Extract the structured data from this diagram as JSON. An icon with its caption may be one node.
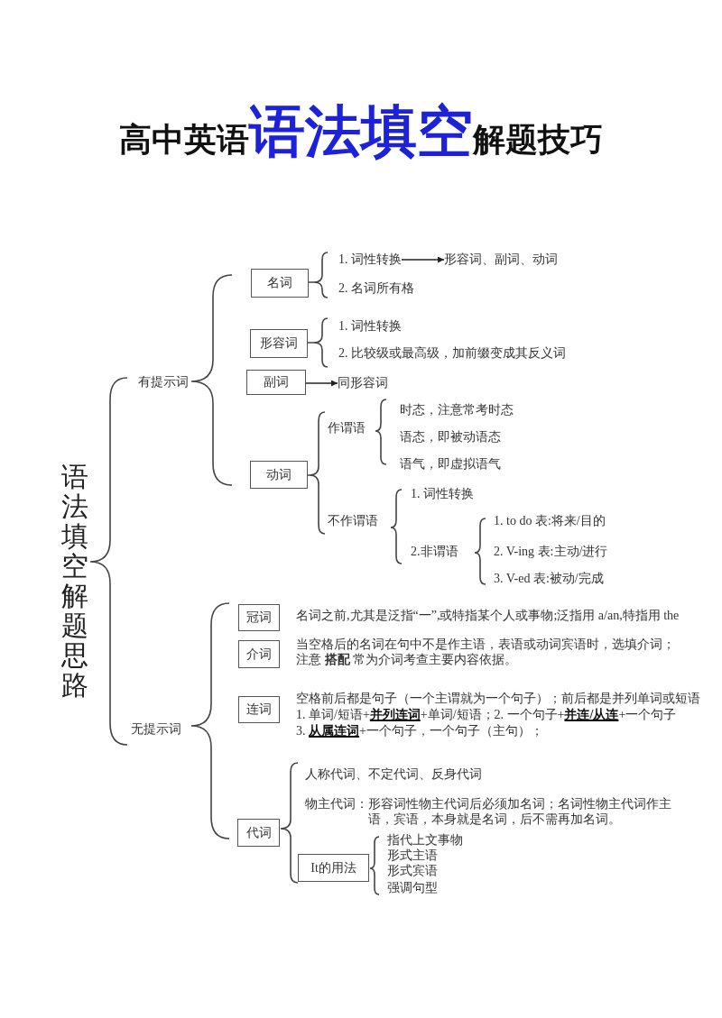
{
  "diagram": {
    "title": "高中英语**语法填空**解题技巧",
    "nodes": [
      {
        "text": [
          "名词"
        ]
      },
      {
        "text": [
          "1. 词性转换"
        ]
      },
      {
        "text": [
          "形容词、副词、动词"
        ]
      },
      {
        "text": [
          "形容词"
        ]
      },
      {
        "text": [
          "副词"
        ]
      },
      {
        "text": [
          "同形容词"
        ]
      },
      {
        "text": [
          "动词"
        ]
      },
      {
        "text": [
          "冠词"
        ]
      },
      {
        "text": [
          "介词"
        ]
      },
      {
        "text": [
          "连词"
        ]
      },
      {
        "text": [
          "代词"
        ]
      },
      {
        "text": [
          "It的用法"
        ]
      }
    ],
    "edges": [
      {
        "from": 1,
        "to": 2,
        "arrow": "to"
      },
      {
        "from": 4,
        "to": 5,
        "arrow": "to"
      }
    ],
    "labels": [
      "语法填空解题思路",
      "有提示词",
      "2. 名词所有格",
      "1. 词性转换",
      "2. 比较级或最高级，加前缀变成其反义词",
      "作谓语",
      "时态，注意常考时态",
      "语态，即被动语态",
      "语气，即虚拟语气",
      "不作谓语",
      "1. 词性转换",
      "2.非谓语",
      "1. to do 表:将来/目的",
      "2. V-ing 表:主动/进行",
      "3. V-ed 表:被动/完成",
      "无提示词",
      "名词之前,尤其是泛指“一”,或特指某个人或事物;泛指用 a/an,特指用 the",
      "当空格后的名词在句中不是作主语，表语或动词宾语时，选填介词；注意 **搭配** 常为介词考查主要内容依据。",
      "空格前后都是句子（一个主谓就为一个句子）；前后都是并列单词或短语",
      "1. 单词/短语+**并列连词**+单词/短语；2. 一个句子+**并连/从连**+一个句子",
      "3. **从属连词**+一个句子，一个句子（主句）；",
      "人称代词、不定代词、反身代词",
      "物主代词：形容词性物主代词后必须加名词；名词性物主代词作主语，宾语，本身就是名词，后不需再加名词。",
      "指代上文事物",
      "形式主语",
      "形式宾语",
      "强调句型"
    ]
  }
}
